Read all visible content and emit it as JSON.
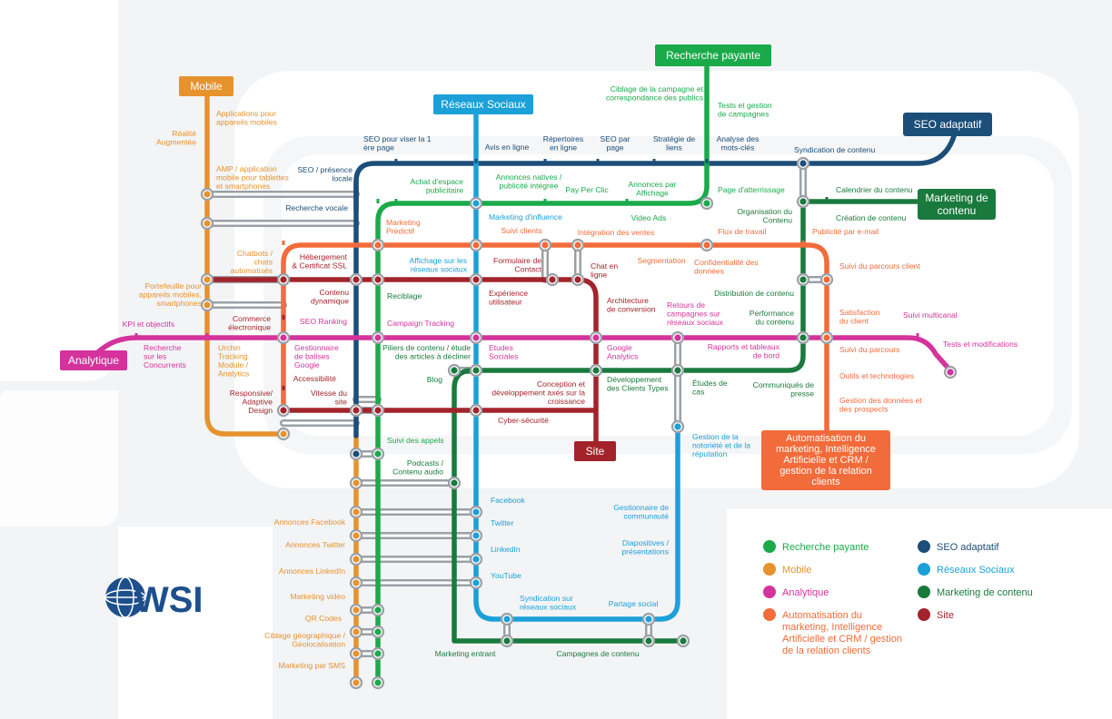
{
  "colors": {
    "recherche": "#1aaa4a",
    "mobile": "#e6922d",
    "analytique": "#d4339c",
    "automatisation": "#f26b3a",
    "site": "#a3232b",
    "seo": "#1b4e79",
    "reseaux": "#1ba0d8",
    "marketing": "#1a7a3d",
    "gray": "#9aa0a6"
  },
  "badges": {
    "mobile": "Mobile",
    "reseaux": "Réseaux Sociaux",
    "recherche": "Recherche payante",
    "seo": "SEO adaptatif",
    "marketing_l1": "Marketing de",
    "marketing_l2": "contenu",
    "analytique": "Analytique",
    "site": "Site",
    "auto_l1": "Automatisation du",
    "auto_l2": "marketing, Intelligence",
    "auto_l3": "Artificielle et CRM /",
    "auto_l4": "gestion de la relation",
    "auto_l5": "clients"
  },
  "legend": {
    "recherche": "Recherche payante",
    "mobile": "Mobile",
    "analytique": "Analytique",
    "auto_l1": "Automatisation du",
    "auto_l2": "marketing, Intelligence",
    "auto_l3": "Artificielle et CRM / gestion",
    "auto_l4": "de la relation clients",
    "seo": "SEO adaptatif",
    "reseaux": "Réseaux Sociaux",
    "marketing": "Marketing de contenu",
    "site": "Site"
  },
  "logo": "WSI",
  "stations": [
    {
      "id": "s01",
      "lines": [
        "Applications pour",
        "appareils mobiles"
      ],
      "color": "mobile"
    },
    {
      "id": "s02",
      "lines": [
        "Réalité",
        "Augmentée"
      ],
      "color": "mobile"
    },
    {
      "id": "s03",
      "lines": [
        "AMP / application",
        "mobile pour tablettes",
        "et smartphones"
      ],
      "color": "mobile"
    },
    {
      "id": "s04",
      "lines": [
        "SEO pour viser la 1",
        "ère page"
      ],
      "color": "seo"
    },
    {
      "id": "s05",
      "lines": [
        "Avis en ligne"
      ],
      "color": "seo"
    },
    {
      "id": "s06",
      "lines": [
        "Répertoires",
        "en ligne"
      ],
      "color": "seo"
    },
    {
      "id": "s07",
      "lines": [
        "SEO par",
        "page"
      ],
      "color": "seo"
    },
    {
      "id": "s08",
      "lines": [
        "Stratégie de",
        "liens"
      ],
      "color": "seo"
    },
    {
      "id": "s09",
      "lines": [
        "Analyse des",
        "mots-clés"
      ],
      "color": "seo"
    },
    {
      "id": "s10",
      "lines": [
        "Syndication de contenu"
      ],
      "color": "seo"
    },
    {
      "id": "s11",
      "lines": [
        "SEO / présence",
        "locale"
      ],
      "color": "seo"
    },
    {
      "id": "s12",
      "lines": [
        "Recherche vocale"
      ],
      "color": "seo"
    },
    {
      "id": "s13",
      "lines": [
        "Ciblage de la campagne et",
        "correspondance des publics"
      ],
      "color": "recherche"
    },
    {
      "id": "s14",
      "lines": [
        "Tests et gestion",
        "de campagnes"
      ],
      "color": "recherche"
    },
    {
      "id": "s15",
      "lines": [
        "Achat d'espace",
        "publicitaire"
      ],
      "color": "recherche"
    },
    {
      "id": "s16",
      "lines": [
        "Annonces natives /",
        "publicité intégrée"
      ],
      "color": "recherche"
    },
    {
      "id": "s17",
      "lines": [
        "Pay Per Clic"
      ],
      "color": "recherche"
    },
    {
      "id": "s18",
      "lines": [
        "Annonces par",
        "Affichage"
      ],
      "color": "recherche"
    },
    {
      "id": "s19",
      "lines": [
        "Page d'atterrissage"
      ],
      "color": "recherche"
    },
    {
      "id": "s20",
      "lines": [
        "Video Ads"
      ],
      "color": "recherche"
    },
    {
      "id": "s21",
      "lines": [
        "Marketing d'influence"
      ],
      "color": "reseaux"
    },
    {
      "id": "s22",
      "lines": [
        "Calendrier du contenu"
      ],
      "color": "marketing"
    },
    {
      "id": "s23",
      "lines": [
        "Organisation du",
        "Contenu"
      ],
      "color": "marketing"
    },
    {
      "id": "s24",
      "lines": [
        "Création de contenu"
      ],
      "color": "marketing"
    },
    {
      "id": "s25",
      "lines": [
        "Marketing",
        "Prédictif"
      ],
      "color": "automatisation"
    },
    {
      "id": "s26",
      "lines": [
        "Suivi clients"
      ],
      "color": "automatisation"
    },
    {
      "id": "s27",
      "lines": [
        "Intégration des ventes"
      ],
      "color": "automatisation"
    },
    {
      "id": "s28",
      "lines": [
        "Flux de travail"
      ],
      "color": "automatisation"
    },
    {
      "id": "s29",
      "lines": [
        "Publicité par e-mail"
      ],
      "color": "automatisation"
    },
    {
      "id": "s30",
      "lines": [
        "Chatbots /",
        "chats",
        "automatisés"
      ],
      "color": "mobile"
    },
    {
      "id": "s31",
      "lines": [
        "Hébergement",
        "& Certificat SSL"
      ],
      "color": "site"
    },
    {
      "id": "s32",
      "lines": [
        "Affichage sur les",
        "réseaux sociaux"
      ],
      "color": "reseaux"
    },
    {
      "id": "s33",
      "lines": [
        "Formulaire de",
        "Contact"
      ],
      "color": "site"
    },
    {
      "id": "s34",
      "lines": [
        "Chat en",
        "ligne"
      ],
      "color": "site"
    },
    {
      "id": "s35",
      "lines": [
        "Segmentation"
      ],
      "color": "automatisation"
    },
    {
      "id": "s36",
      "lines": [
        "Confidentialité des",
        "données"
      ],
      "color": "automatisation"
    },
    {
      "id": "s37",
      "lines": [
        "Suivi du parcours client"
      ],
      "color": "automatisation"
    },
    {
      "id": "s38",
      "lines": [
        "Portefeuille pour",
        "appareils mobiles,",
        "smartphones"
      ],
      "color": "mobile"
    },
    {
      "id": "s39",
      "lines": [
        "Contenu",
        "dynamique"
      ],
      "color": "site"
    },
    {
      "id": "s40",
      "lines": [
        "Reciblage"
      ],
      "color": "marketing"
    },
    {
      "id": "s41",
      "lines": [
        "Expérience",
        "utilisateur"
      ],
      "color": "site"
    },
    {
      "id": "s42",
      "lines": [
        "Architecture",
        "de conversion"
      ],
      "color": "site"
    },
    {
      "id": "s43",
      "lines": [
        "Retours de",
        "campagnes sur",
        "réseaux sociaux"
      ],
      "color": "analytique"
    },
    {
      "id": "s44",
      "lines": [
        "Distribution de contenu"
      ],
      "color": "marketing"
    },
    {
      "id": "s45",
      "lines": [
        "Commerce",
        "électronique"
      ],
      "color": "site"
    },
    {
      "id": "s46",
      "lines": [
        "SEO Ranking"
      ],
      "color": "analytique"
    },
    {
      "id": "s47",
      "lines": [
        "Campaign Tracking"
      ],
      "color": "analytique"
    },
    {
      "id": "s48",
      "lines": [
        "Performance",
        "du contenu"
      ],
      "color": "marketing"
    },
    {
      "id": "s49",
      "lines": [
        "Satisfaction",
        "du client"
      ],
      "color": "automatisation"
    },
    {
      "id": "s50",
      "lines": [
        "Suivi multicanal"
      ],
      "color": "analytique"
    },
    {
      "id": "s51",
      "lines": [
        "KPI et objectifs"
      ],
      "color": "analytique"
    },
    {
      "id": "s52",
      "lines": [
        "Recherche",
        "sur les",
        "Concurrents"
      ],
      "color": "analytique"
    },
    {
      "id": "s53",
      "lines": [
        "Urchin",
        "Tracking",
        "Module /",
        "Analytics"
      ],
      "color": "mobile"
    },
    {
      "id": "s54",
      "lines": [
        "Gestionnaire",
        "de balises",
        "Google"
      ],
      "color": "analytique"
    },
    {
      "id": "s55",
      "lines": [
        "Accessibilité"
      ],
      "color": "site"
    },
    {
      "id": "s56",
      "lines": [
        "Piliers de contenu / étude",
        "des articles à décliner"
      ],
      "color": "marketing"
    },
    {
      "id": "s57",
      "lines": [
        "Etudes",
        "Sociales"
      ],
      "color": "analytique"
    },
    {
      "id": "s58",
      "lines": [
        "Google",
        "Analytics"
      ],
      "color": "analytique"
    },
    {
      "id": "s59",
      "lines": [
        "Rapports et tableaux",
        "de bord"
      ],
      "color": "analytique"
    },
    {
      "id": "s60",
      "lines": [
        "Suivi du parcours"
      ],
      "color": "automatisation"
    },
    {
      "id": "s61",
      "lines": [
        "Tests et modifications"
      ],
      "color": "analytique"
    },
    {
      "id": "s62",
      "lines": [
        "Outils et technologies"
      ],
      "color": "automatisation"
    },
    {
      "id": "s63",
      "lines": [
        "Blog"
      ],
      "color": "marketing"
    },
    {
      "id": "s64",
      "lines": [
        "Développement",
        "des Clients Types"
      ],
      "color": "marketing"
    },
    {
      "id": "s65",
      "lines": [
        "Études de",
        "cas"
      ],
      "color": "marketing"
    },
    {
      "id": "s66",
      "lines": [
        "Communiqués de",
        "presse"
      ],
      "color": "marketing"
    },
    {
      "id": "s67",
      "lines": [
        "Gestion des données et",
        "des prospects"
      ],
      "color": "automatisation"
    },
    {
      "id": "s68",
      "lines": [
        "Responsive/",
        "Adaptive",
        "Design"
      ],
      "color": "site"
    },
    {
      "id": "s69",
      "lines": [
        "Vitesse du",
        "site"
      ],
      "color": "site"
    },
    {
      "id": "s70",
      "lines": [
        "Conception et",
        "développement axés sur la",
        "croissance"
      ],
      "color": "site"
    },
    {
      "id": "s71",
      "lines": [
        "Cyber-sécurité"
      ],
      "color": "site"
    },
    {
      "id": "s72",
      "lines": [
        "Suivi des appels"
      ],
      "color": "recherche"
    },
    {
      "id": "s73",
      "lines": [
        "Gestion de la",
        "notoriété et de la",
        "réputation"
      ],
      "color": "reseaux"
    },
    {
      "id": "s74",
      "lines": [
        "Podcasts /",
        "Contenu audio"
      ],
      "color": "marketing"
    },
    {
      "id": "s75",
      "lines": [
        "Facebook"
      ],
      "color": "reseaux"
    },
    {
      "id": "s76",
      "lines": [
        "Gestionnaire de",
        "communauté"
      ],
      "color": "reseaux"
    },
    {
      "id": "s77",
      "lines": [
        "Annonces Facebook"
      ],
      "color": "mobile"
    },
    {
      "id": "s78",
      "lines": [
        "Twitter"
      ],
      "color": "reseaux"
    },
    {
      "id": "s79",
      "lines": [
        "Annonces Twitter"
      ],
      "color": "mobile"
    },
    {
      "id": "s80",
      "lines": [
        "LinkedIn"
      ],
      "color": "reseaux"
    },
    {
      "id": "s81",
      "lines": [
        "Diapositives /",
        "présentations"
      ],
      "color": "reseaux"
    },
    {
      "id": "s82",
      "lines": [
        "Annonces LinkedIn"
      ],
      "color": "mobile"
    },
    {
      "id": "s83",
      "lines": [
        "YouTube"
      ],
      "color": "reseaux"
    },
    {
      "id": "s84",
      "lines": [
        "Marketing vidéo"
      ],
      "color": "mobile"
    },
    {
      "id": "s85",
      "lines": [
        "Syndication sur",
        "réseaux sociaux"
      ],
      "color": "reseaux"
    },
    {
      "id": "s86",
      "lines": [
        "Partage social"
      ],
      "color": "reseaux"
    },
    {
      "id": "s87",
      "lines": [
        "QR Codes"
      ],
      "color": "mobile"
    },
    {
      "id": "s88",
      "lines": [
        "Ciblage géographique /",
        "Géolocalisation"
      ],
      "color": "mobile"
    },
    {
      "id": "s89",
      "lines": [
        "Marketing par SMS"
      ],
      "color": "mobile"
    },
    {
      "id": "s90",
      "lines": [
        "Marketing entrant"
      ],
      "color": "marketing"
    },
    {
      "id": "s91",
      "lines": [
        "Campagnes de contenu"
      ],
      "color": "marketing"
    }
  ]
}
